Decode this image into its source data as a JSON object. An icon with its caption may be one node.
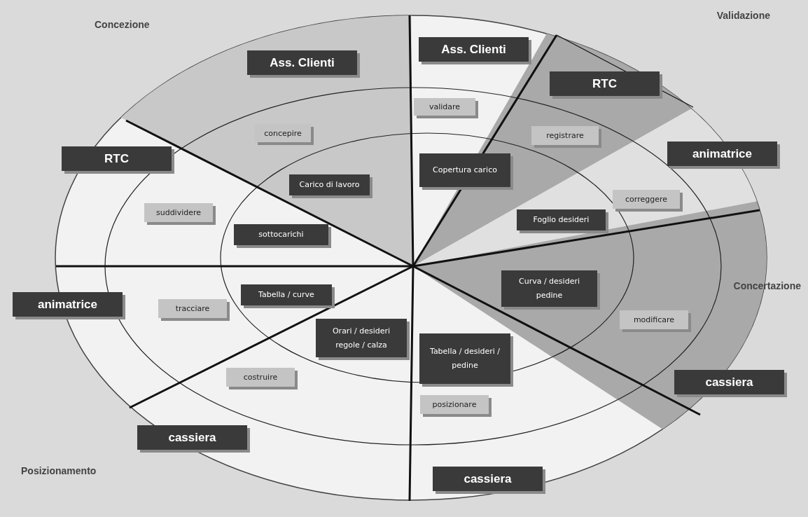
{
  "diagram": {
    "nodes": [
      {
        "text": [
          "Ass. Clienti"
        ]
      },
      {
        "text": [
          "concepire"
        ]
      },
      {
        "text": [
          "Carico di lavoro"
        ]
      },
      {
        "text": [
          "Ass. Clienti"
        ]
      },
      {
        "text": [
          "validare"
        ]
      },
      {
        "text": [
          "Copertura carico"
        ]
      },
      {
        "text": [
          "RTC"
        ]
      },
      {
        "text": [
          "registrare"
        ]
      },
      {
        "text": [
          "animatrice"
        ]
      },
      {
        "text": [
          "correggere"
        ]
      },
      {
        "text": [
          "Foglio desideri"
        ]
      },
      {
        "text": [
          "Curva / desideri pedine"
        ]
      },
      {
        "text": [
          "modificare"
        ]
      },
      {
        "text": [
          "cassiera"
        ]
      },
      {
        "text": [
          "Tabella / desideri / pedine"
        ]
      },
      {
        "text": [
          "posizionare"
        ]
      },
      {
        "text": [
          "cassiera"
        ]
      },
      {
        "text": [
          "Orari / desideri regole / calza"
        ]
      },
      {
        "text": [
          "costruire"
        ]
      },
      {
        "text": [
          "cassiera"
        ]
      },
      {
        "text": [
          "animatrice"
        ]
      },
      {
        "text": [
          "tracciare"
        ]
      },
      {
        "text": [
          "Tabella / curve"
        ]
      },
      {
        "text": [
          "RTC"
        ]
      },
      {
        "text": [
          "suddividere"
        ]
      },
      {
        "text": [
          "sottocarichi"
        ]
      }
    ],
    "labels": [
      "Concezione",
      "Validazione",
      "Concertazione",
      "Posizionamento"
    ]
  }
}
